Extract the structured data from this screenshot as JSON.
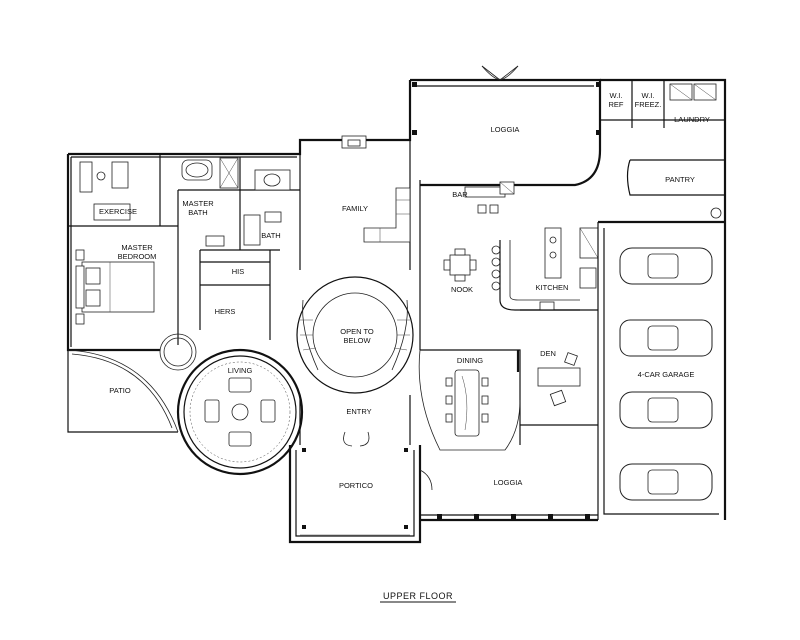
{
  "title": "UPPER FLOOR",
  "rooms": {
    "exercise": "EXERCISE",
    "master_bath": [
      "MASTER",
      "BATH"
    ],
    "master_bedroom": [
      "MASTER",
      "BEDROOM"
    ],
    "bath": "BATH",
    "his": "HIS",
    "hers": "HERS",
    "patio": "PATIO",
    "living": "LIVING",
    "family": "FAMILY",
    "open_to_below": [
      "OPEN TO",
      "BELOW"
    ],
    "entry": "ENTRY",
    "portico": "PORTICO",
    "loggia_top": "LOGGIA",
    "loggia_bottom": "LOGGIA",
    "bar": "BAR",
    "nook": "NOOK",
    "kitchen": "KITCHEN",
    "dining": "DINING",
    "den": "DEN",
    "wi_ref": [
      "W.I.",
      "REF"
    ],
    "wi_freez": [
      "W.I.",
      "FREEZ."
    ],
    "laundry": "LAUNDRY",
    "pantry": "PANTRY",
    "garage": "4-CAR GARAGE"
  }
}
